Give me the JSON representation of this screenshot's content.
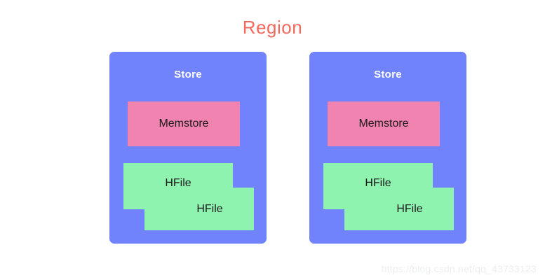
{
  "diagram": {
    "title": "Region",
    "title_color": "#f4695d",
    "background_color": "#ffffff",
    "stores": [
      {
        "label": "Store",
        "color": "#7083fc",
        "memstore": {
          "label": "Memstore",
          "color": "#f183b0"
        },
        "hfiles": [
          {
            "label": "HFile",
            "color": "#8ef3ae",
            "layer": "back"
          },
          {
            "label": "HFile",
            "color": "#8ef3ae",
            "layer": "front"
          }
        ]
      },
      {
        "label": "Store",
        "color": "#7083fc",
        "memstore": {
          "label": "Memstore",
          "color": "#f183b0"
        },
        "hfiles": [
          {
            "label": "HFile",
            "color": "#8ef3ae",
            "layer": "back"
          },
          {
            "label": "HFile",
            "color": "#8ef3ae",
            "layer": "front"
          }
        ]
      }
    ]
  },
  "watermark": {
    "text": "https://blog.csdn.net/qq_43733123"
  }
}
